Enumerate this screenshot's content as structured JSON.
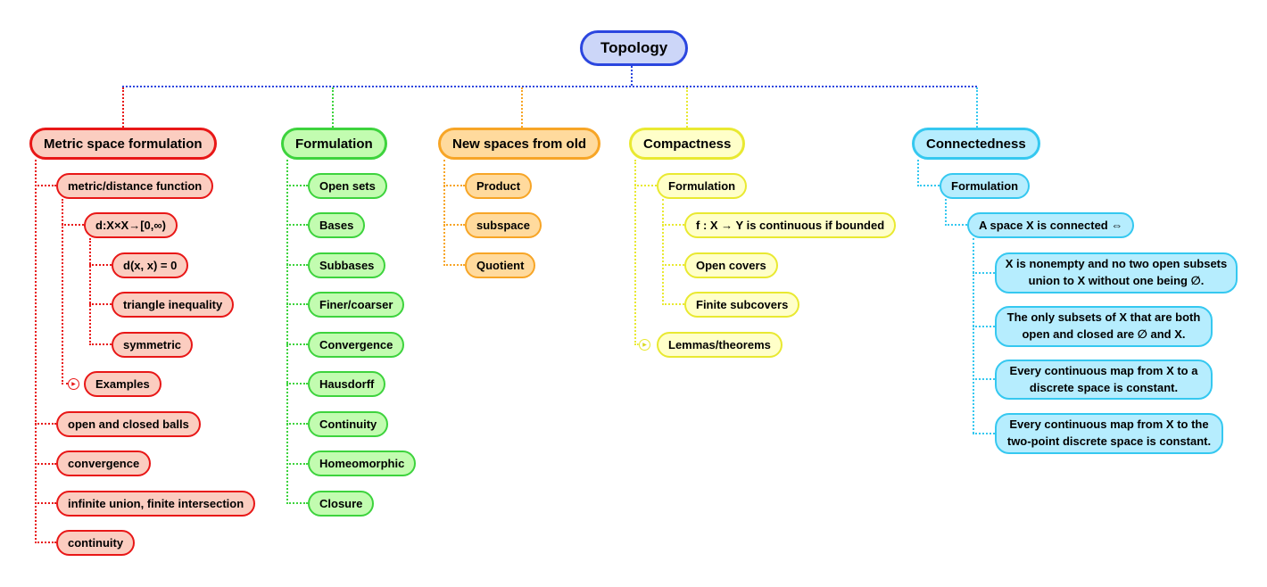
{
  "root": {
    "label": "Topology",
    "border_color": "#2B46DF",
    "fill_color": "#CCD6F8"
  },
  "icons": {
    "collapsed_glyph": "▶"
  },
  "connector": {
    "trunk_color": "#2B46DF"
  },
  "branches": [
    {
      "label": "Metric space formulation",
      "color": "#E81717",
      "fill": "#FBCDC0",
      "children": [
        {
          "label": "metric/distance function",
          "children": [
            {
              "label": "d:X×X→[0,∞)",
              "children": [
                {
                  "label": "d(x, x) = 0"
                },
                {
                  "label": "triangle inequality"
                },
                {
                  "label": "symmetric"
                }
              ]
            },
            {
              "label": "Examples",
              "collapsed": true
            }
          ]
        },
        {
          "label": "open and closed balls"
        },
        {
          "label": "convergence"
        },
        {
          "label": "infinite union, finite intersection"
        },
        {
          "label": "continuity"
        }
      ]
    },
    {
      "label": "Formulation",
      "color": "#3DD33D",
      "fill": "#C2FCB0",
      "children": [
        {
          "label": "Open sets"
        },
        {
          "label": "Bases"
        },
        {
          "label": "Subbases"
        },
        {
          "label": "Finer/coarser"
        },
        {
          "label": "Convergence"
        },
        {
          "label": "Hausdorff"
        },
        {
          "label": "Continuity"
        },
        {
          "label": "Homeomorphic"
        },
        {
          "label": "Closure"
        }
      ]
    },
    {
      "label": "New spaces from old",
      "color": "#F7A526",
      "fill": "#FFDA9D",
      "children": [
        {
          "label": "Product"
        },
        {
          "label": "subspace"
        },
        {
          "label": "Quotient"
        }
      ]
    },
    {
      "label": "Compactness",
      "color": "#E9E931",
      "fill": "#FFFFC9",
      "children": [
        {
          "label": "Formulation",
          "children": [
            {
              "label": "f : X → Y is continuous if bounded"
            },
            {
              "label": "Open covers"
            },
            {
              "label": "Finite subcovers"
            }
          ]
        },
        {
          "label": "Lemmas/theorems",
          "collapsed": true
        }
      ]
    },
    {
      "label": "Connectedness",
      "color": "#35C8F0",
      "fill": "#B6EDFE",
      "children": [
        {
          "label": "Formulation",
          "children": [
            {
              "label": "A space X is connected ⇔",
              "children": [
                {
                  "label": "X is nonempty and no two open subsets union to X without one being ∅."
                },
                {
                  "label": "The only subsets of X that are both open and closed are ∅ and X."
                },
                {
                  "label": "Every continuous map from X to a discrete space is constant."
                },
                {
                  "label": "Every continuous map from X to the two-point discrete space is constant."
                }
              ]
            }
          ]
        }
      ]
    }
  ]
}
